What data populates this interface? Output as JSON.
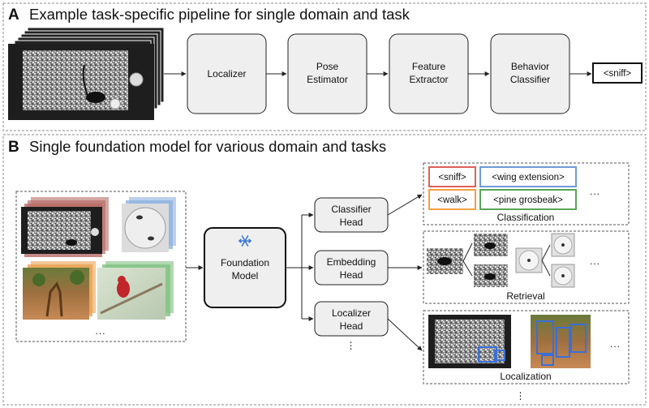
{
  "panel_a": {
    "letter": "A",
    "title": "Example task-specific pipeline for single domain and task",
    "stages": [
      [
        "Localizer"
      ],
      [
        "Pose",
        "Estimator"
      ],
      [
        "Feature",
        "Extractor"
      ],
      [
        "Behavior",
        "Classifier"
      ]
    ],
    "output": "<sniff>"
  },
  "panel_b": {
    "letter": "B",
    "title": "Single foundation model for various domain and tasks",
    "input_more": "...",
    "model": {
      "icon": "snowflake-icon",
      "label": [
        "Foundation",
        "Model"
      ]
    },
    "heads": [
      [
        "Classifier",
        "Head"
      ],
      [
        "Embedding",
        "Head"
      ],
      [
        "Localizer",
        "Head"
      ]
    ],
    "heads_more": "⋮",
    "classification": {
      "tags": [
        "<sniff>",
        "<wing extension>",
        "<walk>",
        "<pine grosbeak>"
      ],
      "more": "...",
      "caption": "Classification"
    },
    "retrieval": {
      "more": "...",
      "caption": "Retrieval"
    },
    "localization": {
      "more": "...",
      "caption": "Localization"
    },
    "tasks_more": "⋮"
  },
  "colors": {
    "tag_sniff": "#e0605a",
    "tag_wing": "#6f9ad8",
    "tag_walk": "#f0a040",
    "tag_pine": "#5aa55a",
    "box_fill": "#efefef",
    "detect_box": "#3a6fd8",
    "stack_red": "#b86c66",
    "stack_blue": "#8fb0e0",
    "stack_orange": "#e8a050",
    "stack_green": "#7fc07f"
  }
}
